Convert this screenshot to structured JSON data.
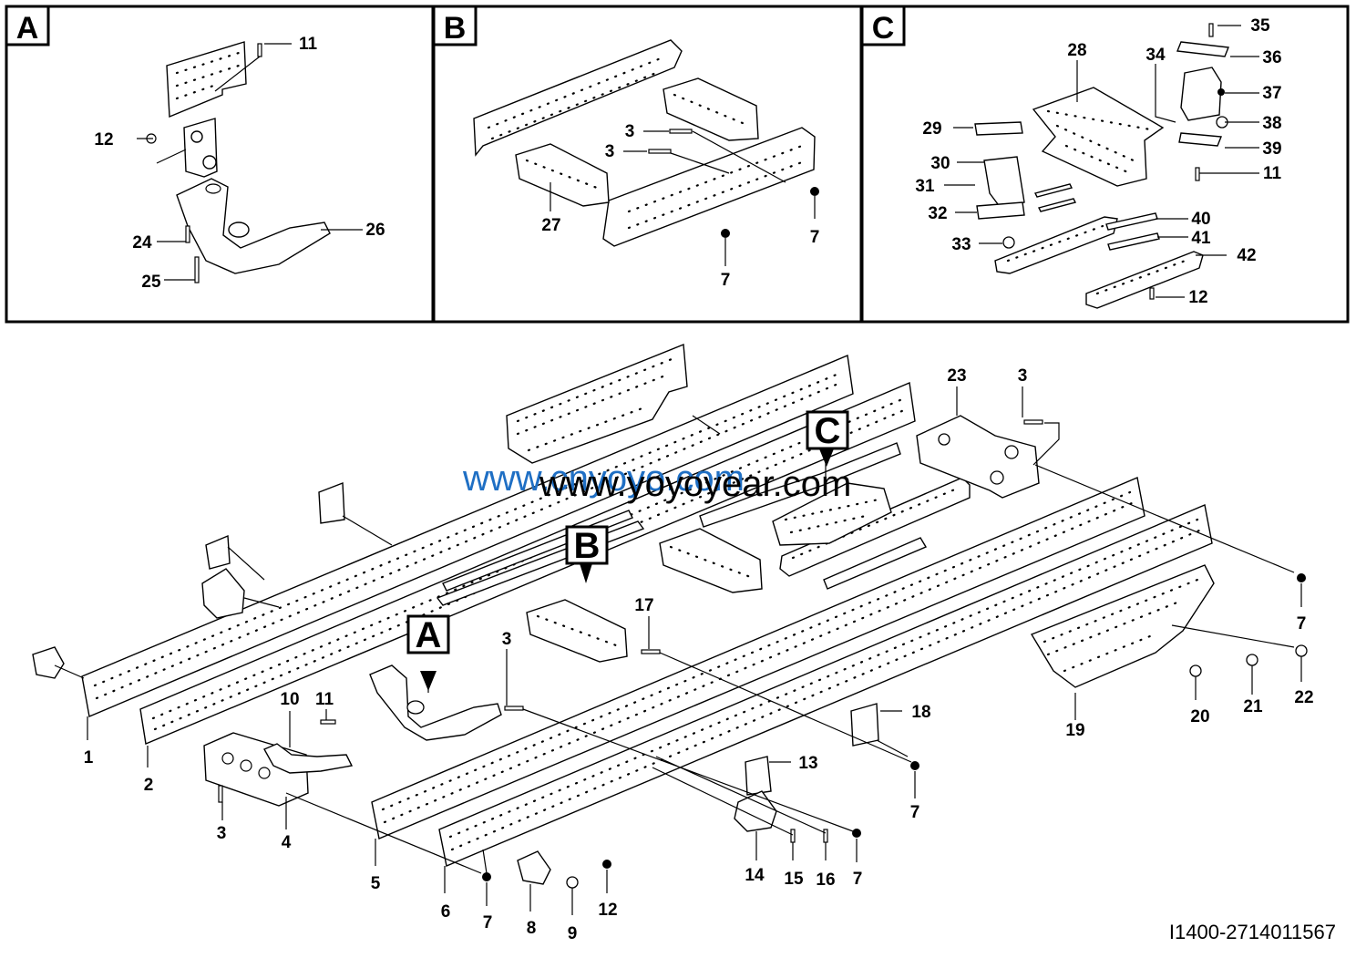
{
  "panels": {
    "a": {
      "letter": "A",
      "labels": [
        "11",
        "12",
        "24",
        "25",
        "26"
      ]
    },
    "b": {
      "letter": "B",
      "labels": [
        "3",
        "3",
        "27",
        "7",
        "7"
      ]
    },
    "c": {
      "letter": "C",
      "labels": [
        "35",
        "28",
        "34",
        "36",
        "37",
        "29",
        "38",
        "39",
        "30",
        "11",
        "31",
        "32",
        "40",
        "41",
        "33",
        "42",
        "12"
      ]
    }
  },
  "main": {
    "callouts": {
      "a": "A",
      "b": "B",
      "c": "C"
    },
    "labels": [
      "23",
      "3",
      "7",
      "22",
      "21",
      "20",
      "19",
      "18",
      "7",
      "17",
      "3",
      "13",
      "14",
      "15",
      "16",
      "7",
      "12",
      "9",
      "8",
      "7",
      "6",
      "5",
      "4",
      "3",
      "10",
      "11",
      "2",
      "1"
    ]
  },
  "watermark": {
    "text_a": "www.yoyoyear.com",
    "text_b": "www.cnyoyo.com",
    "color_a": "#000000",
    "color_b": "#1f6fc4"
  },
  "figure_code": "I1400-2714011567"
}
